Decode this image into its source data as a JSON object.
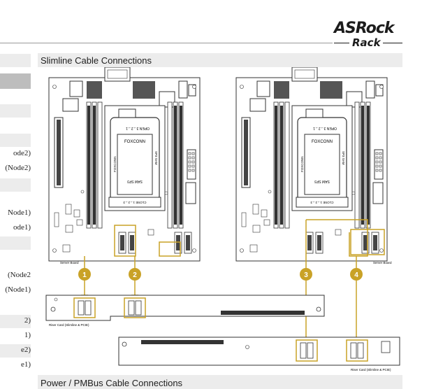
{
  "brand": {
    "top": "ASRock",
    "bottom": "Rack"
  },
  "section": {
    "title": "Slimline Cable Connections",
    "next_title": "Power / PMBus Cable Connections"
  },
  "left_column": [
    {
      "text": "",
      "shade": false
    },
    {
      "text": "",
      "shade": true
    },
    {
      "text": "",
      "shade": false
    },
    {
      "text": "",
      "shade": true
    },
    {
      "text": "ode2)",
      "shade": false
    },
    {
      "text": "(Node2)",
      "shade": false
    },
    {
      "text": "",
      "shade": true
    },
    {
      "text": "Node1)",
      "shade": false
    },
    {
      "text": "ode1)",
      "shade": false
    },
    {
      "text": "",
      "shade": true
    },
    {
      "text": "(Node2",
      "shade": false
    },
    {
      "text": "(Node1)",
      "shade": false
    },
    {
      "text": "2)",
      "shade": true
    },
    {
      "text": "1)",
      "shade": false
    },
    {
      "text": "e2)",
      "shade": true
    },
    {
      "text": "e1)",
      "shade": false
    }
  ],
  "diagram": {
    "boards": [
      {
        "name": "left",
        "cpu_top_label": "OPEN 3→2→1",
        "cpu_brand": "FOXCONN",
        "cpu_socket": "SAM SP3",
        "cpu_side_left": "FOXCONN",
        "cpu_side_right": "SP3 SAM",
        "cpu_bottom_label": "CLOSE 1→2→3",
        "board_label": ""
      },
      {
        "name": "right",
        "cpu_top_label": "OPEN 3→2→1",
        "cpu_brand": "FOXCONN",
        "cpu_socket": "SAM SP3",
        "cpu_side_left": "FOXCONN",
        "cpu_side_right": "SP3 SAM",
        "cpu_bottom_label": "CLOSE 1→2→3",
        "board_label": "Server Board"
      }
    ],
    "left_board_label": "Server Board",
    "callouts": [
      "1",
      "2",
      "3",
      "4"
    ],
    "riser_top_label": "Riser Card (Slimline & PCIE)",
    "riser_bottom_label": "Riser Card (Slimline & PCIE)",
    "accent_color": "#c9a227"
  }
}
